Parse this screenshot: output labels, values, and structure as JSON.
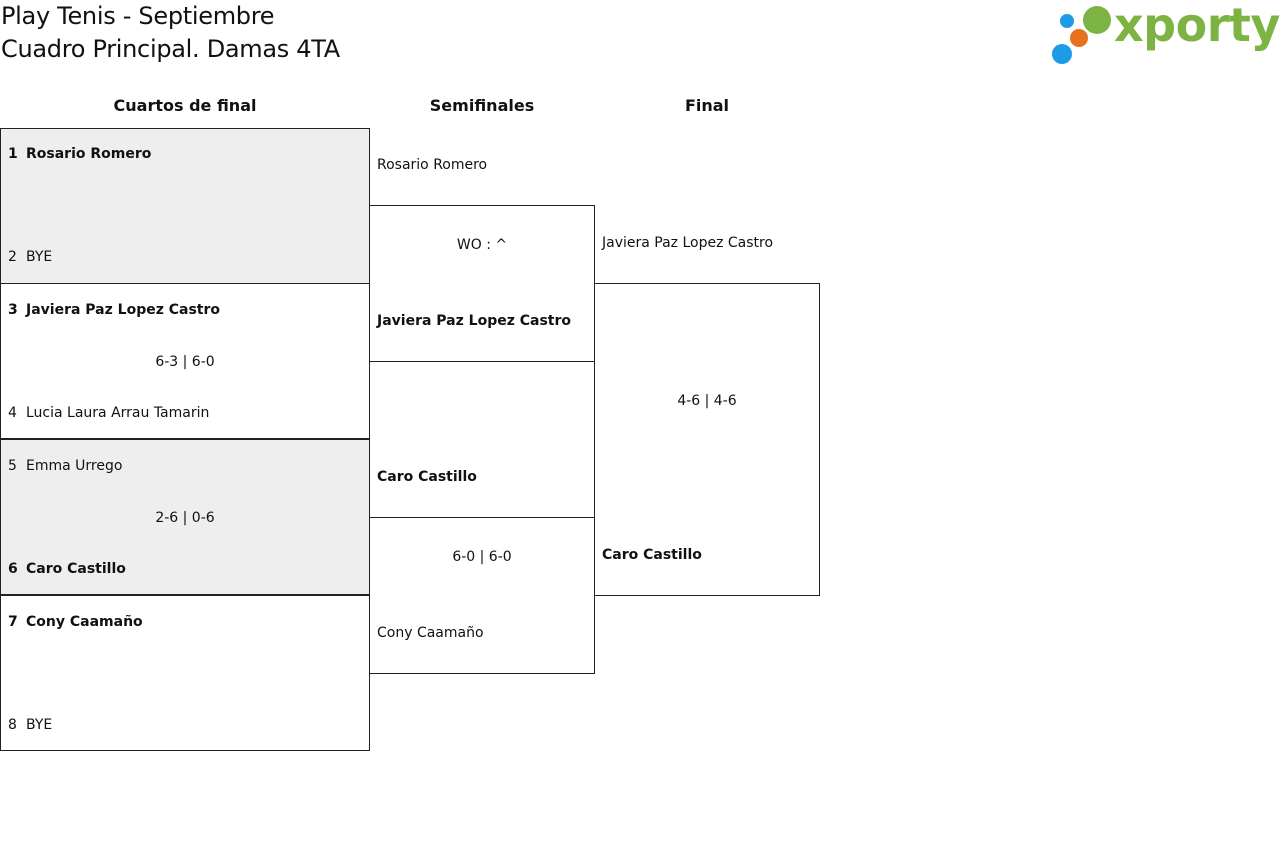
{
  "header": {
    "title_line1": "Play Tenis - Septiembre",
    "title_line2": "Cuadro Principal. Damas 4TA"
  },
  "logo": {
    "text": "xporty",
    "colors": {
      "green": "#7cb342",
      "blue": "#1e9be8",
      "orange": "#e8711e"
    }
  },
  "rounds": {
    "quarterfinals": "Cuartos de final",
    "semifinals": "Semifinales",
    "final": "Final"
  },
  "quarterfinals": [
    {
      "top": {
        "seed": "1",
        "name": "Rosario Romero",
        "winner": true
      },
      "bottom": {
        "seed": "2",
        "name": "BYE",
        "winner": false
      },
      "score": ""
    },
    {
      "top": {
        "seed": "3",
        "name": "Javiera Paz Lopez Castro",
        "winner": true
      },
      "bottom": {
        "seed": "4",
        "name": "Lucia Laura Arrau Tamarin",
        "winner": false
      },
      "score": "6-3 | 6-0"
    },
    {
      "top": {
        "seed": "5",
        "name": "Emma Urrego",
        "winner": false
      },
      "bottom": {
        "seed": "6",
        "name": "Caro Castillo",
        "winner": true
      },
      "score": "2-6 | 0-6"
    },
    {
      "top": {
        "seed": "7",
        "name": "Cony Caamaño",
        "winner": true
      },
      "bottom": {
        "seed": "8",
        "name": "BYE",
        "winner": false
      },
      "score": ""
    }
  ],
  "semifinals": [
    {
      "top": "Rosario Romero",
      "bottom": "Javiera Paz Lopez Castro",
      "score": "WO : ^",
      "winner": "bottom"
    },
    {
      "top": "Caro Castillo",
      "bottom": "Cony Caamaño",
      "score": "6-0 | 6-0",
      "winner": "top"
    }
  ],
  "final": {
    "top": "Javiera Paz Lopez Castro",
    "bottom": "Caro Castillo",
    "score": "4-6 | 4-6",
    "winner": "bottom"
  }
}
